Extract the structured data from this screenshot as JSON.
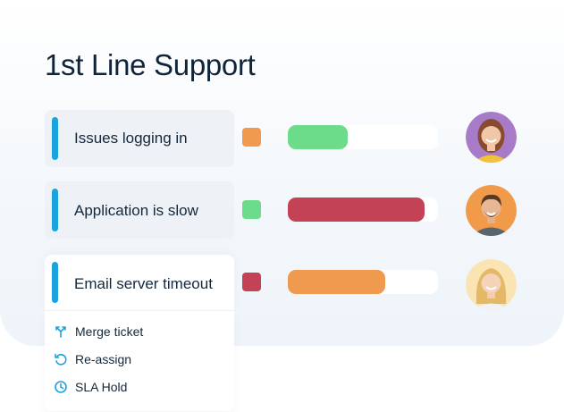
{
  "header": {
    "title": "1st Line Support"
  },
  "tickets": [
    {
      "label": "Issues logging in",
      "priority_color": "#ef9a4f",
      "progress": 0.4,
      "progress_color": "#6cdc8b",
      "avatar_bg": "#a77bc7",
      "avatar_hair": "#8a4a2c",
      "avatar_shirt": "#f0c33a"
    },
    {
      "label": "Application is slow",
      "priority_color": "#6cdc8b",
      "progress": 0.91,
      "progress_color": "#c44256",
      "avatar_bg": "#f09a4a",
      "avatar_hair": "#5a3a22",
      "avatar_shirt": "#58656f"
    },
    {
      "label": "Email server timeout",
      "priority_color": "#c44256",
      "progress": 0.65,
      "progress_color": "#ef9a4f",
      "avatar_bg": "#fbe4b4",
      "avatar_hair": "#e3b866",
      "avatar_shirt": "#f2f2f2"
    }
  ],
  "menu": {
    "items": [
      {
        "label": "Merge ticket",
        "icon": "merge-icon"
      },
      {
        "label": "Re-assign",
        "icon": "reassign-icon"
      },
      {
        "label": "SLA Hold",
        "icon": "clock-icon"
      }
    ],
    "icon_color": "#1ba3e0"
  }
}
